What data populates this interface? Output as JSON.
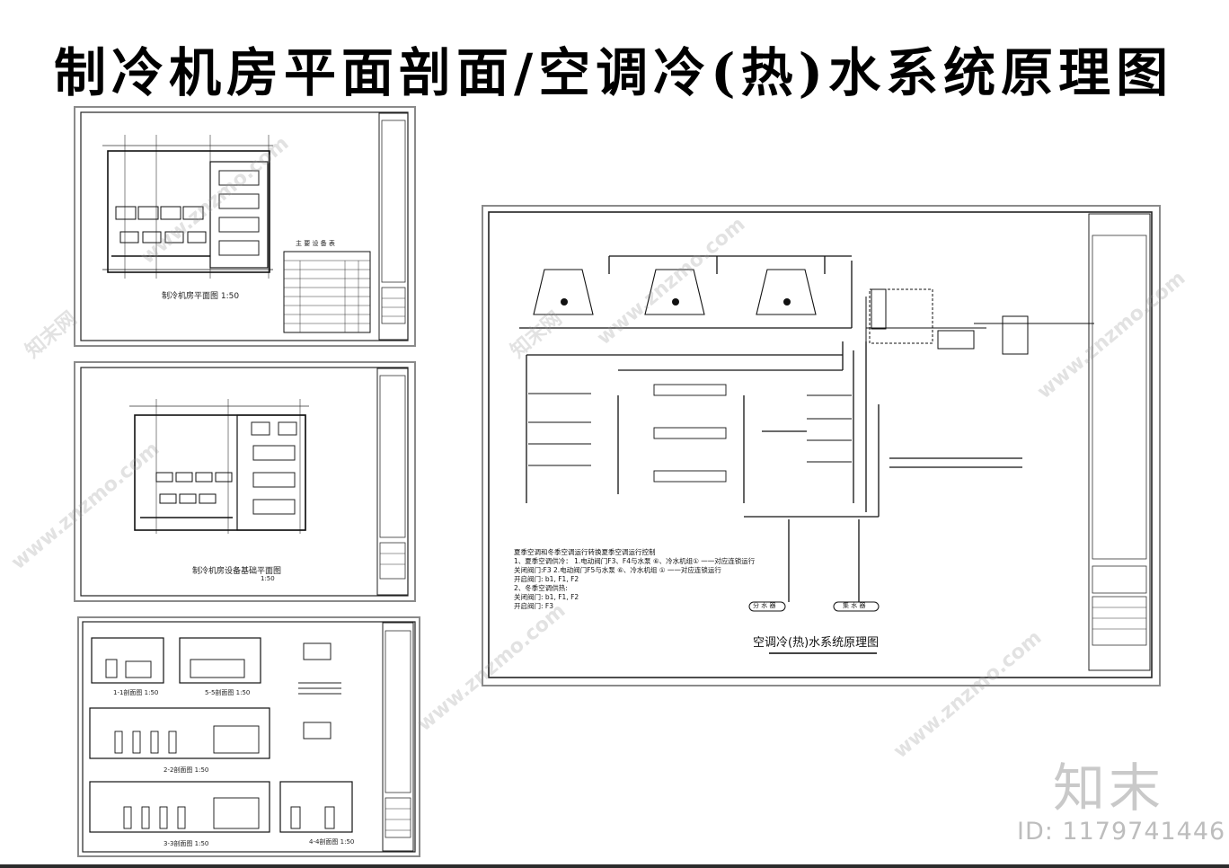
{
  "page_title": "制冷机房平面剖面/空调冷(热)水系统原理图",
  "sheets": {
    "plan": {
      "caption": "制冷机房平面图 1:50",
      "table_title": "主 要 设 备 表"
    },
    "foundation": {
      "caption": "制冷机房设备基础平面图",
      "scale": "1:50"
    },
    "sections": {
      "caption_1": "1-1剖面图 1:50",
      "caption_5": "5-5剖面图 1:50",
      "caption_2": "2-2剖面图 1:50",
      "caption_3": "3-3剖面图 1:50",
      "caption_4": "4-4剖面图 1:50"
    },
    "schematic": {
      "title": "空调冷(热)水系统原理图",
      "notes": [
        "夏季空调和冬季空调运行转换夏季空调运行控制",
        "1、夏季空调供冷： 1.电动阀门F3、F4与水泵 ⑥、冷水机组① 一一对应连锁运行",
        "   关闭阀门:F3      2.电动阀门F5与水泵  ⑥、冷水机组  ①  一一对应连锁运行",
        "   开启阀门: b1, F1, F2",
        "2、冬季空调供热:",
        "   关闭阀门: b1, F1, F2",
        "   开启阀门: F3"
      ],
      "header_left": "分 水 器",
      "header_right": "集 水 器"
    }
  },
  "watermarks": {
    "site": "www.znzmo.com",
    "brand_cn": "知末网"
  },
  "brand": "知末",
  "id_label": "ID: 1179741446"
}
